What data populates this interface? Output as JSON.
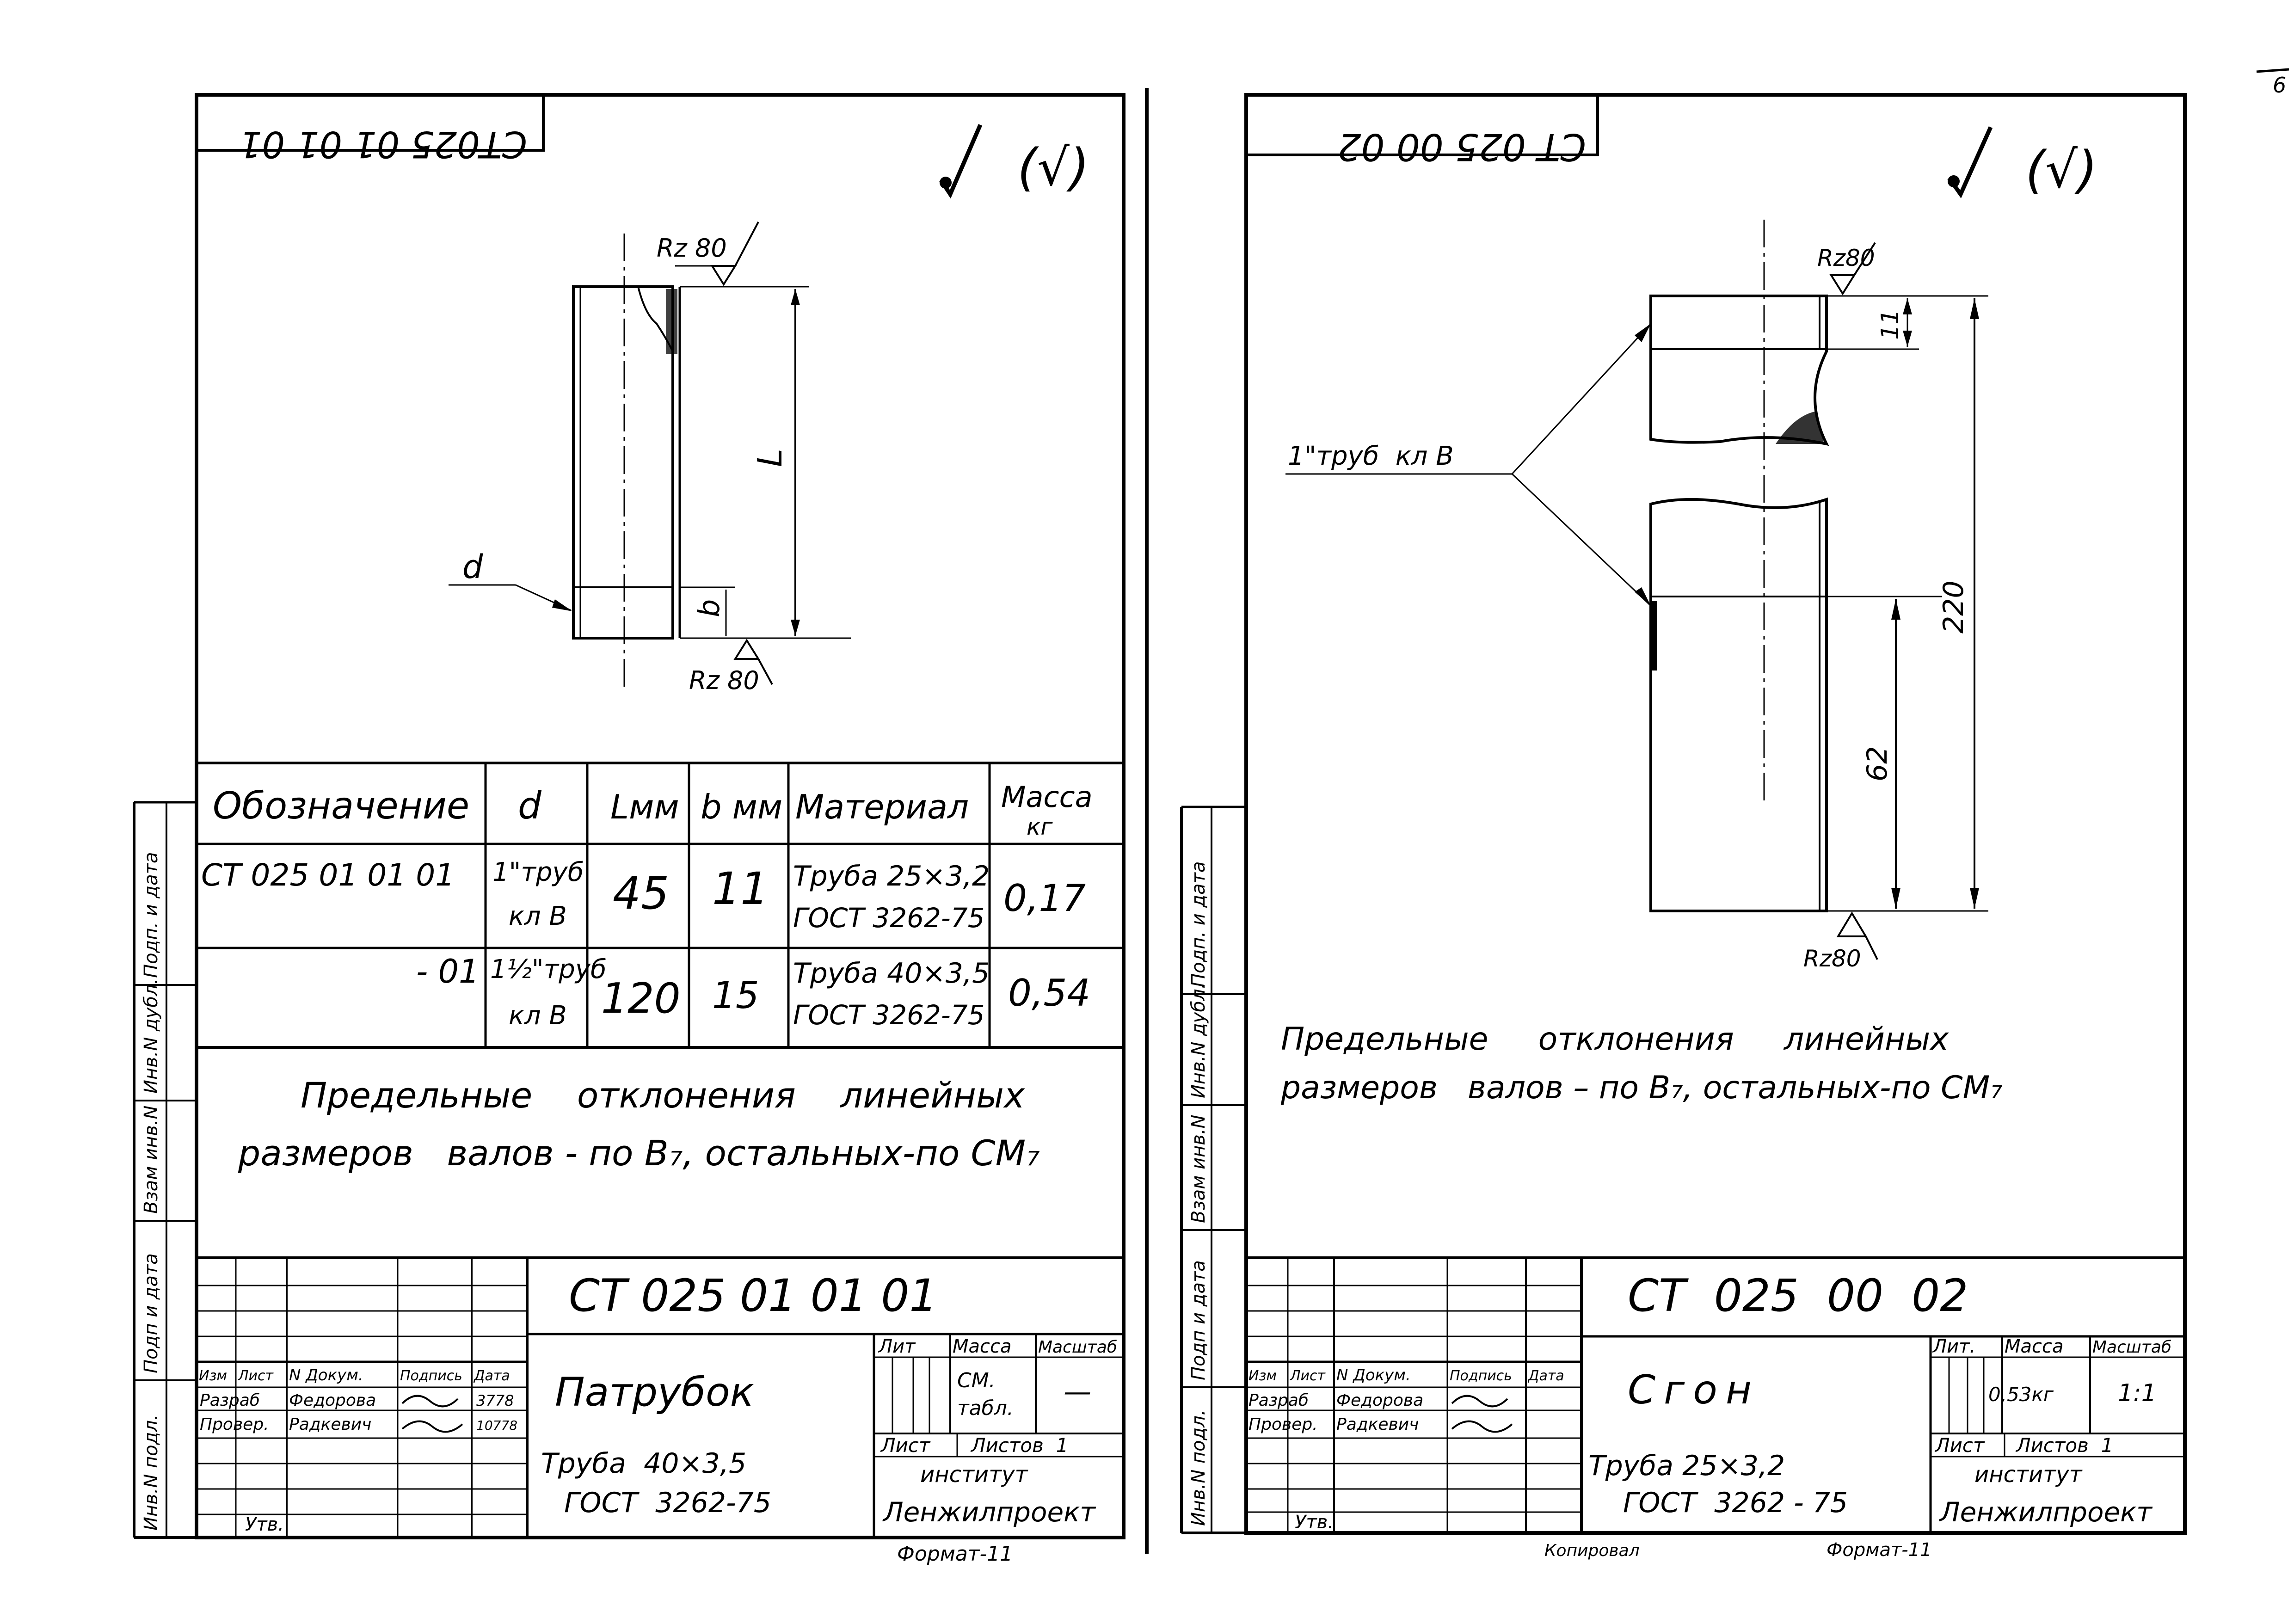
{
  "page_number": "6",
  "left": {
    "code_box": "СТ025 01 01 01",
    "roughness_symbol": "(√)",
    "rz_top": "Rz 80",
    "rz_bottom": "Rz 80",
    "dim_L": "L",
    "dim_b": "b",
    "dim_d": "d",
    "table": {
      "headers": [
        "Обозначение",
        "d",
        "Lмм",
        "b мм",
        "Материал",
        "Масса",
        "кг"
      ],
      "rows": [
        {
          "designation": "СТ 025 01 01 01",
          "d1": "1\"труб",
          "d2": "кл В",
          "L": "45",
          "b": "11",
          "mat1": "Труба 25×3,2",
          "mat2": "ГОСТ 3262-75",
          "mass": "0,17"
        },
        {
          "designation": "- 01",
          "d1": "1½\"труб",
          "d2": "кл В",
          "L": "120",
          "b": "15",
          "mat1": "Труба 40×3,5",
          "mat2": "ГОСТ 3262-75",
          "mass": "0,54"
        }
      ]
    },
    "note_line1": "Предельные    отклонения    линейных",
    "note_line2": "размеров   валов - по B₇, остальных-по СМ₇",
    "title_block": {
      "code": "СТ 025 01 01 01",
      "name": "Патрубок",
      "material1": "Труба  40×3,5",
      "material2": "ГОСТ  3262-75",
      "lit": "Лит",
      "massa": "Масса",
      "mashtab": "Масштаб",
      "mass_value1": "СМ.",
      "mass_value2": "табл.",
      "scale_value": "—",
      "list": "Лист",
      "listov": "Листов  1",
      "org1": "институт",
      "org2": "Ленжилпроект",
      "format": "Формат-11",
      "col_izm": "Изм",
      "col_list": "Лист",
      "col_ndok": "N Докум.",
      "col_podp": "Подпись",
      "col_data": "Дата",
      "razrab": "Разраб",
      "razrab_name": "Федорова",
      "razrab_date": "3778",
      "prover": "Провер.",
      "prover_name": "Радкевич",
      "prover_date": "10778",
      "utv": "Утв."
    },
    "side_stamp": [
      "Инв.N подл.",
      "Подп и дата",
      "Взам инв.N",
      "Инв.N дубл.",
      "Подп. и дата"
    ]
  },
  "right": {
    "code_box": "СТ 025 00 02",
    "roughness_symbol": "(√)",
    "rz_top": "Rz80",
    "rz_bottom": "Rz80",
    "dim_11": "11",
    "dim_220": "220",
    "dim_62": "62",
    "leader_label": "1\"труб  кл В",
    "note_line1": "Предельные     отклонения     линейных",
    "note_line2": "размеров   валов – по B₇, остальных-по СМ₇",
    "title_block": {
      "code": "СТ  025  00  02",
      "name": "Сгон",
      "material1": "Труба 25×3,2",
      "material2": "ГОСТ  3262 - 75",
      "lit": "Лит.",
      "massa": "Масса",
      "mashtab": "Масштаб",
      "mass_value": "0,53кг",
      "scale_value": "1:1",
      "list": "Лист",
      "listov": "Листов  1",
      "org1": "институт",
      "org2": "Ленжилпроект",
      "col_izm": "Изм",
      "col_list": "Лист",
      "col_ndok": "N Докум.",
      "col_podp": "Подпись",
      "col_data": "Дата",
      "razrab": "Разраб",
      "razrab_name": "Федорова",
      "prover": "Провер.",
      "prover_name": "Радкевич",
      "utv": "Утв.",
      "copied": "Копировал",
      "format": "Формат-11"
    },
    "side_stamp": [
      "Инв.N подл.",
      "Подп и дата",
      "Взам инв.N",
      "Инв.N дубл.",
      "Подп. и дата"
    ]
  }
}
